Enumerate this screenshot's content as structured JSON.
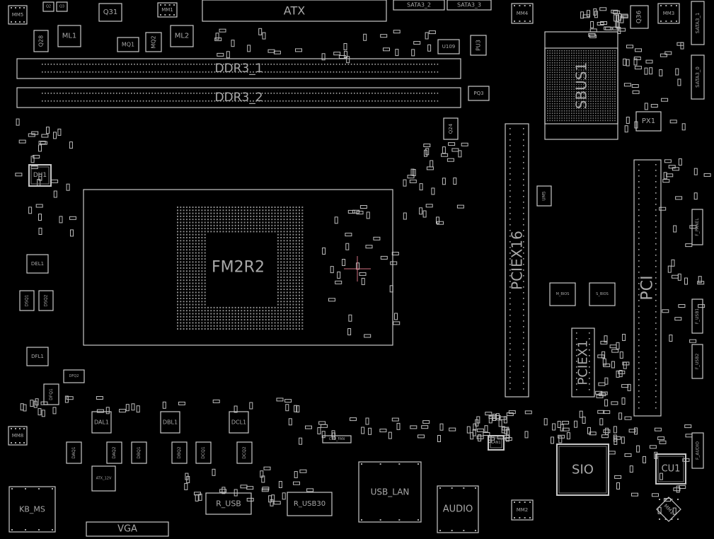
{
  "view": {
    "background": "#000000",
    "outline_color": "#c8c8c8",
    "label_color": "#a8a8a8",
    "cursor_color": "#d07080"
  },
  "components": [
    {
      "id": "MM5",
      "label": "MM5"
    },
    {
      "id": "Q2",
      "label": "Q2"
    },
    {
      "id": "Q3",
      "label": "Q3"
    },
    {
      "id": "Q31",
      "label": "Q31"
    },
    {
      "id": "MM1a",
      "label": "MM1"
    },
    {
      "id": "ATX",
      "label": "ATX"
    },
    {
      "id": "SATA3_2",
      "label": "SATA3_2"
    },
    {
      "id": "SATA3_3",
      "label": "SATA3_3"
    },
    {
      "id": "MM4",
      "label": "MM4"
    },
    {
      "id": "Q36",
      "label": "Q36"
    },
    {
      "id": "MM3",
      "label": "MM3"
    },
    {
      "id": "SATA3_1",
      "label": "SATA3_1"
    },
    {
      "id": "SATA3_0",
      "label": "SATA3_0"
    },
    {
      "id": "ML1",
      "label": "ML1"
    },
    {
      "id": "Q28",
      "label": "Q28"
    },
    {
      "id": "MQ1",
      "label": "MQ1"
    },
    {
      "id": "MQ2",
      "label": "MQ2"
    },
    {
      "id": "ML2",
      "label": "ML2"
    },
    {
      "id": "U109",
      "label": "U109"
    },
    {
      "id": "PU3",
      "label": "PU3"
    },
    {
      "id": "DDR3_1",
      "label": "DDR3_1"
    },
    {
      "id": "DDR3_2",
      "label": "DDR3_2"
    },
    {
      "id": "PQ3",
      "label": "PQ3"
    },
    {
      "id": "SBUS1",
      "label": "SBUS1"
    },
    {
      "id": "PX1",
      "label": "PX1"
    },
    {
      "id": "Q24",
      "label": "Q24"
    },
    {
      "id": "DU1",
      "label": "DU1"
    },
    {
      "id": "FM2R2",
      "label": "FM2R2"
    },
    {
      "id": "DEL1",
      "label": "DEL1"
    },
    {
      "id": "DSQ1",
      "label": "DSQ1"
    },
    {
      "id": "DSQ2",
      "label": "DSQ2"
    },
    {
      "id": "DFL1",
      "label": "DFL1"
    },
    {
      "id": "DFQ2",
      "label": "DFQ2"
    },
    {
      "id": "DFQ1",
      "label": "DFQ1"
    },
    {
      "id": "PCIEX16",
      "label": "PCIEX16"
    },
    {
      "id": "UM5",
      "label": "UM5"
    },
    {
      "id": "PCI",
      "label": "PCI"
    },
    {
      "id": "M_BIOS",
      "label": "M_BIOS"
    },
    {
      "id": "S_BIOS",
      "label": "S_BIOS"
    },
    {
      "id": "PCIEX1",
      "label": "PCIEX1"
    },
    {
      "id": "F_PANEL",
      "label": "F_PANEL"
    },
    {
      "id": "F_USB1",
      "label": "F_USB1"
    },
    {
      "id": "F_USB2",
      "label": "F_USB2"
    },
    {
      "id": "MM8",
      "label": "MM8"
    },
    {
      "id": "DAQ1",
      "label": "DAQ1"
    },
    {
      "id": "DAL1",
      "label": "DAL1"
    },
    {
      "id": "DAQ2",
      "label": "DAQ2"
    },
    {
      "id": "DBQ1",
      "label": "DBQ1"
    },
    {
      "id": "DBL1",
      "label": "DBL1"
    },
    {
      "id": "DBQ2",
      "label": "DBQ2"
    },
    {
      "id": "DCQ1",
      "label": "DCQ1"
    },
    {
      "id": "DCL1",
      "label": "DCL1"
    },
    {
      "id": "DCQ2",
      "label": "DCQ2"
    },
    {
      "id": "ATX_12V",
      "label": "ATX_12V"
    },
    {
      "id": "KB_MS",
      "label": "KB_MS"
    },
    {
      "id": "VGA",
      "label": "VGA"
    },
    {
      "id": "CPU_FAN",
      "label": "CPU_FAN"
    },
    {
      "id": "R_USB",
      "label": "R_USB"
    },
    {
      "id": "R_USB30",
      "label": "R_USB30"
    },
    {
      "id": "USB_LAN",
      "label": "USB_LAN"
    },
    {
      "id": "AUDIO",
      "label": "AUDIO"
    },
    {
      "id": "LAN1",
      "label": "LAN1"
    },
    {
      "id": "MM2",
      "label": "MM2"
    },
    {
      "id": "SIO",
      "label": "SIO"
    },
    {
      "id": "CU1",
      "label": "CU1"
    },
    {
      "id": "F_AUDIO",
      "label": "F_AUDIO"
    },
    {
      "id": "MM1b",
      "label": "MM1"
    }
  ]
}
